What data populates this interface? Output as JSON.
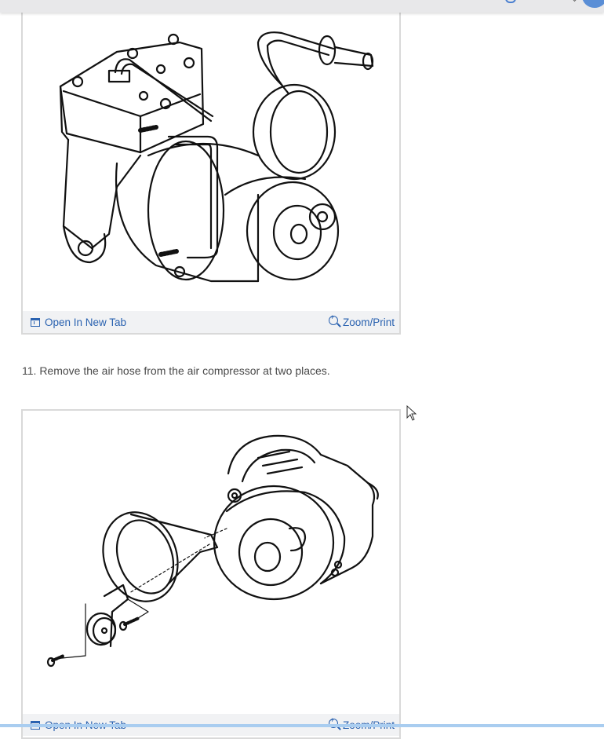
{
  "topbar": {
    "chat_icon": "chat-bubble-icon",
    "avatar_color": "#5a8ed6"
  },
  "figures": [
    {
      "alt": "Air compressor assembly with bracket, air hose and dryer",
      "open_new_tab_label": "Open In New Tab",
      "zoom_print_label": "Zoom/Print"
    },
    {
      "alt": "Air compressor exploded view with strap bracket and bolts",
      "open_new_tab_label": "Open In New Tab",
      "zoom_print_label": "Zoom/Print"
    }
  ],
  "steps": [
    {
      "text": "11. Remove the air hose from the air compressor at two places."
    }
  ],
  "colors": {
    "link": "#2a62b0",
    "text": "#4a4a4a",
    "footer_bar": "#f1f2f4",
    "border": "#d9d9d9"
  }
}
